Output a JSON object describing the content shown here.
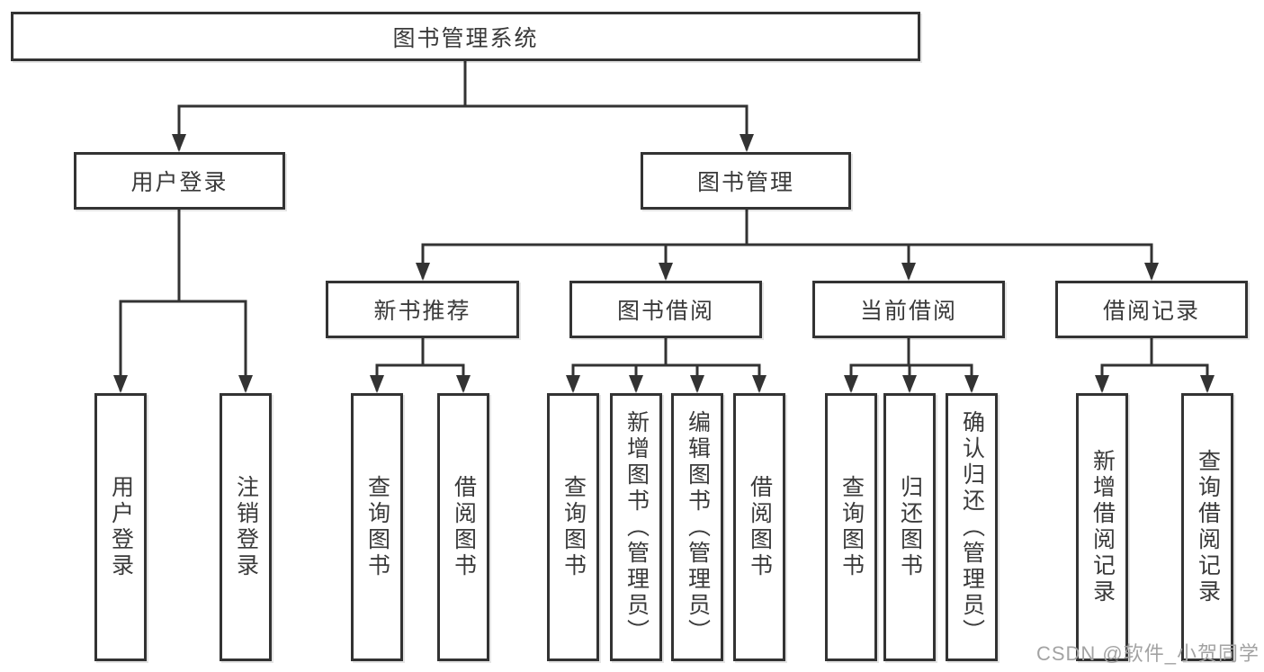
{
  "diagram_type": "hierarchy-tree",
  "colors": {
    "line": "#333333",
    "box_border": "#333333",
    "text": "#3a3a3a",
    "watermark": "#a3a3a3",
    "background": "#ffffff"
  },
  "tree": {
    "label": "图书管理系统",
    "children": [
      {
        "label": "用户登录",
        "children": [
          {
            "label": "用户登录"
          },
          {
            "label": "注销登录"
          }
        ]
      },
      {
        "label": "图书管理",
        "children": [
          {
            "label": "新书推荐",
            "children": [
              {
                "label": "查询图书"
              },
              {
                "label": "借阅图书"
              }
            ]
          },
          {
            "label": "图书借阅",
            "children": [
              {
                "label": "查询图书"
              },
              {
                "label": "新增图书（管理员）"
              },
              {
                "label": "编辑图书（管理员）"
              },
              {
                "label": "借阅图书"
              }
            ]
          },
          {
            "label": "当前借阅",
            "children": [
              {
                "label": "查询图书"
              },
              {
                "label": "归还图书"
              },
              {
                "label": "确认归还（管理员）"
              }
            ]
          },
          {
            "label": "借阅记录",
            "children": [
              {
                "label": "新增借阅记录"
              },
              {
                "label": "查询借阅记录"
              }
            ]
          }
        ]
      }
    ]
  },
  "watermark": {
    "text": "CSDN @软件_小贺同学"
  }
}
